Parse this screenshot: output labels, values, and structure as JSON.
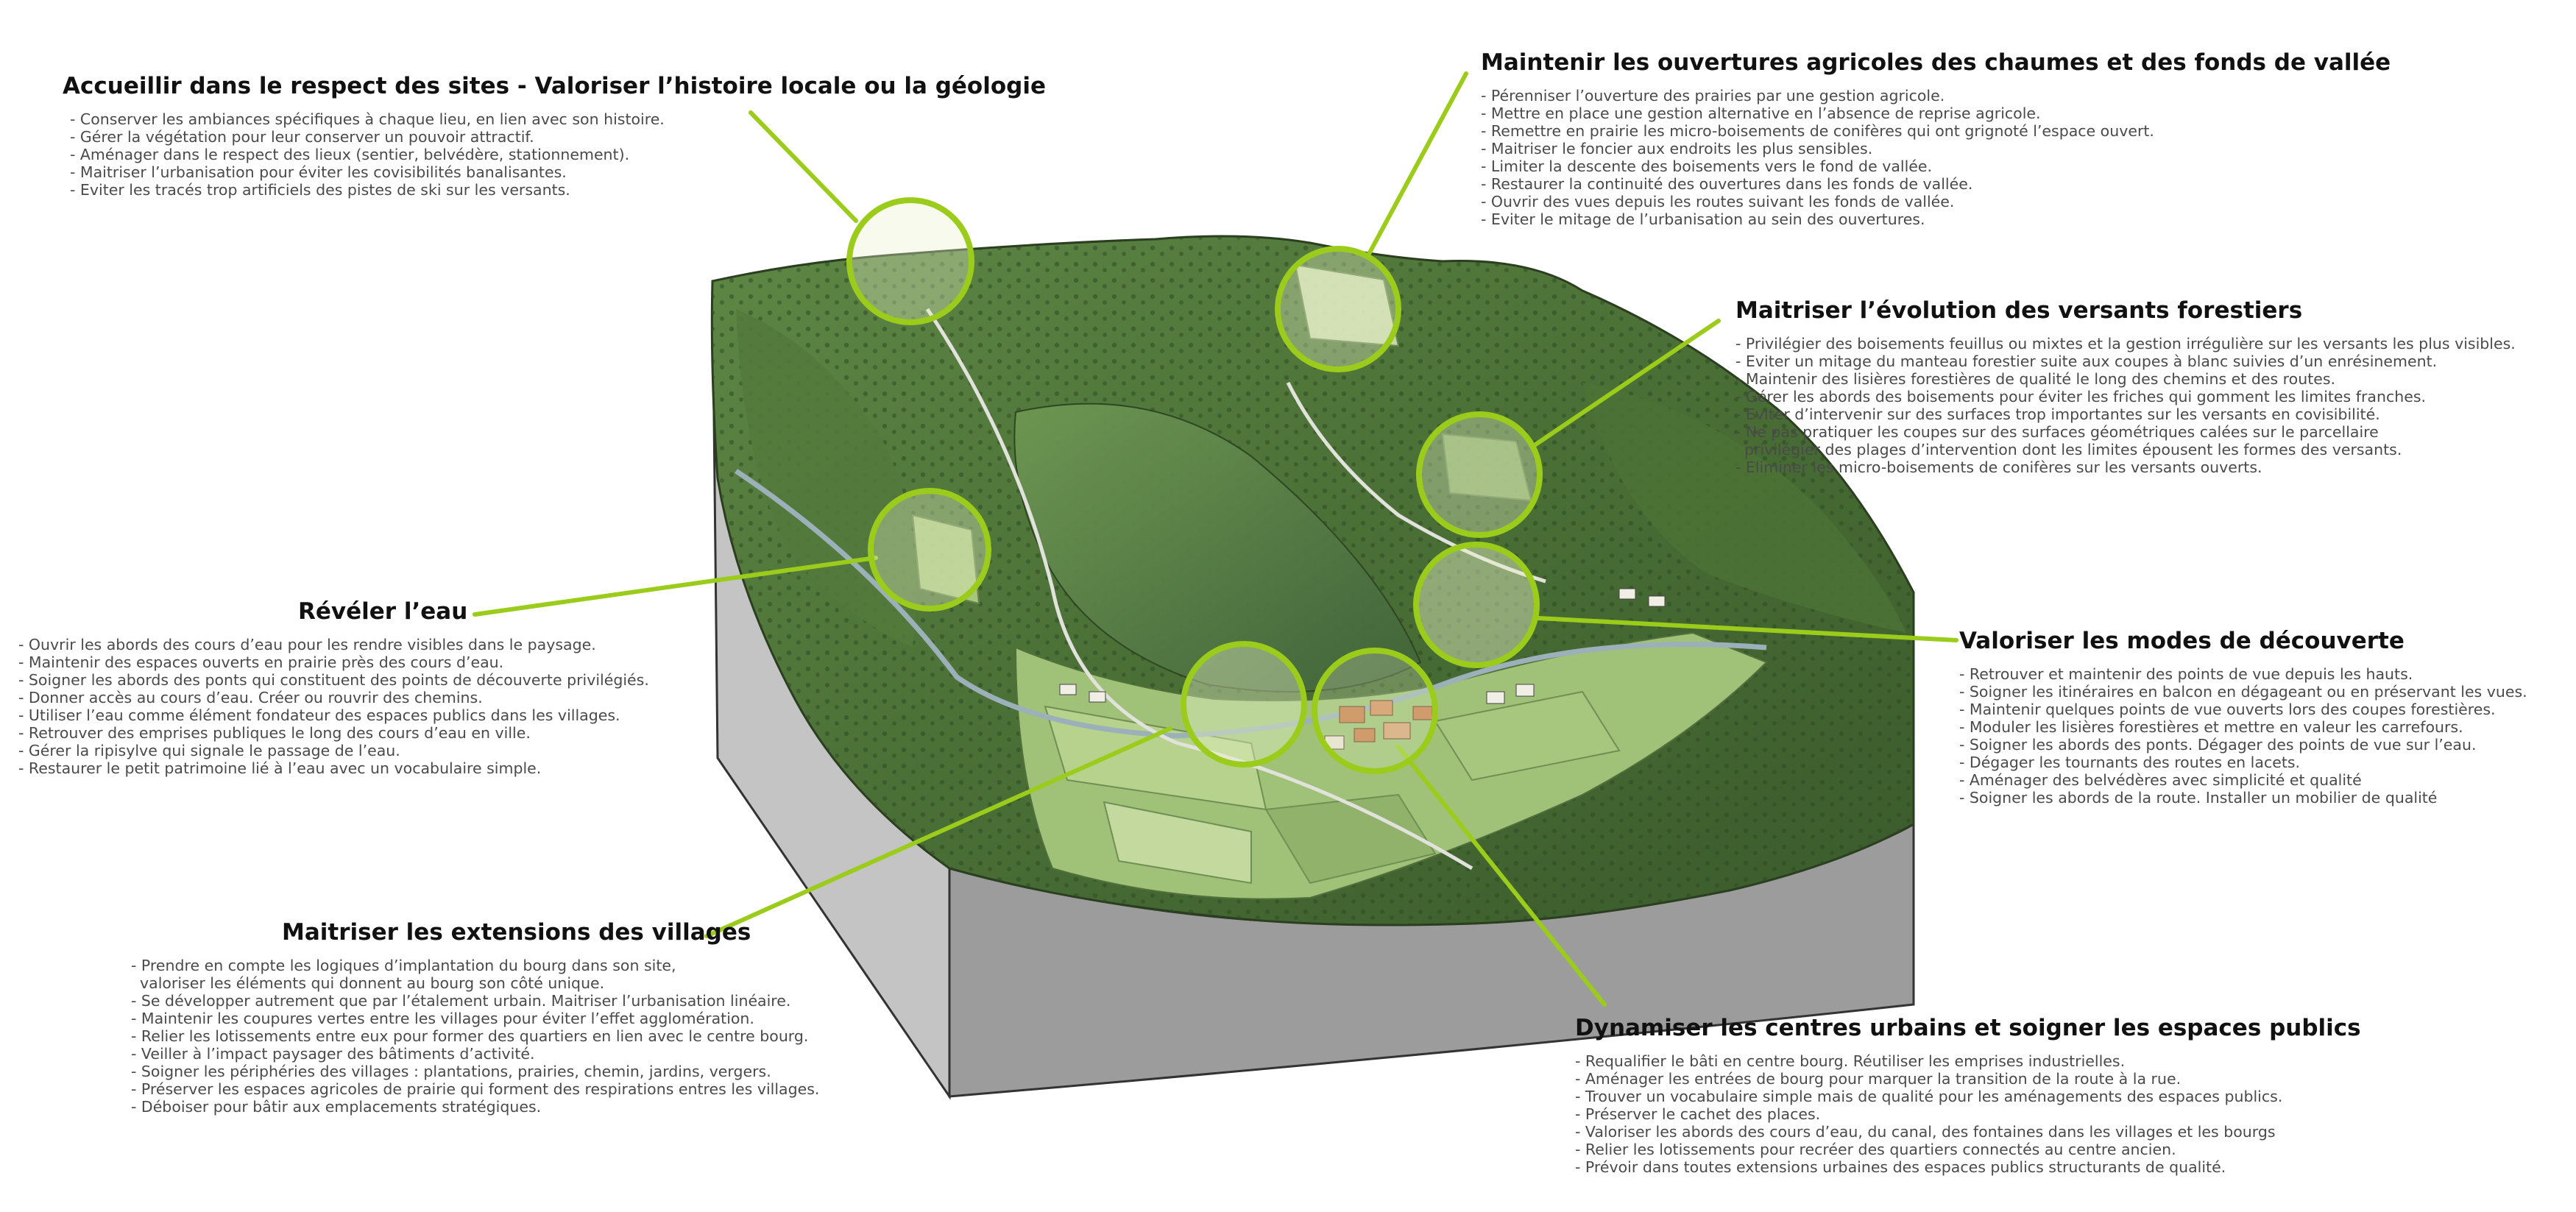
{
  "colors": {
    "accent": "#9ccc1b",
    "terrain_dark": "#3e5f2e",
    "terrain_mid": "#5c8443",
    "field_light": "#b7d38f",
    "soil_side": "#c4c4c4",
    "soil_front": "#9a9a9a"
  },
  "callouts": [
    {
      "id": "sites",
      "title": "Accueillir dans le respect des sites - Valoriser l’histoire locale ou la géologie",
      "items": [
        "- Conserver les ambiances spécifiques à chaque lieu, en lien avec son histoire.",
        "- Gérer la végétation pour leur conserver un pouvoir attractif.",
        "- Aménager dans le respect des lieux (sentier, belvédère, stationnement).",
        "- Maitriser l’urbanisation pour éviter les covisibilités banalisantes.",
        "- Eviter les tracés trop artificiels des pistes de ski sur les versants."
      ]
    },
    {
      "id": "ouvertures",
      "title": "Maintenir les ouvertures agricoles des chaumes et des fonds de vallée",
      "items": [
        "- Pérenniser l’ouverture des prairies par une gestion agricole.",
        "- Mettre en place une gestion alternative en l’absence de reprise agricole.",
        "- Remettre en prairie les micro-boisements de conifères qui ont grignoté l’espace ouvert.",
        "- Maitriser le foncier aux endroits les plus sensibles.",
        "- Limiter la descente des boisements vers le fond de vallée.",
        "- Restaurer la continuité des ouvertures dans les fonds de vallée.",
        "- Ouvrir des vues depuis les routes suivant les fonds de vallée.",
        "- Eviter le mitage de l’urbanisation au sein des ouvertures."
      ]
    },
    {
      "id": "versants",
      "title": "Maitriser l’évolution des versants forestiers",
      "items": [
        "- Privilégier des boisements feuillus ou mixtes et la gestion irrégulière sur les versants les plus visibles.",
        "- Eviter un mitage du manteau forestier suite aux coupes à blanc suivies d’un enrésinement.",
        "- Maintenir des lisières forestières de qualité le long des chemins et des routes.",
        "- Gérer les abords des boisements pour éviter les friches qui gomment les limites franches.",
        "- Eviter d’intervenir sur des surfaces trop importantes sur les versants en covisibilité.",
        "- Ne pas pratiquer les coupes sur des surfaces géométriques calées sur le parcellaire",
        "  privilégier des plages d’intervention dont les limites épousent les formes des versants.",
        "- Eliminer les micro-boisements de conifères sur les versants ouverts."
      ]
    },
    {
      "id": "eau",
      "title": "Révéler l’eau",
      "items": [
        "- Ouvrir les abords des cours d’eau pour les rendre visibles dans le paysage.",
        "- Maintenir des espaces ouverts en prairie près des cours d’eau.",
        "- Soigner les abords des ponts qui constituent des points de découverte privilégiés.",
        "- Donner accès au cours d’eau. Créer ou rouvrir des chemins.",
        "- Utiliser l’eau comme élément fondateur des espaces publics dans les villages.",
        "- Retrouver des emprises publiques le long des cours d’eau en ville.",
        "- Gérer la ripisylve qui signale le passage de l’eau.",
        "- Restaurer le petit patrimoine lié à l’eau avec un vocabulaire simple."
      ]
    },
    {
      "id": "decouverte",
      "title": "Valoriser les modes de découverte",
      "items": [
        "- Retrouver et maintenir des points de vue depuis les hauts.",
        "- Soigner les itinéraires en balcon en dégageant ou en préservant les vues.",
        "- Maintenir quelques points de vue ouverts lors des coupes forestières.",
        "- Moduler les lisières forestières et mettre en valeur les carrefours.",
        "- Soigner les abords des ponts. Dégager des points de vue sur l’eau.",
        "- Dégager les tournants des routes en lacets.",
        "- Aménager des belvédères avec simplicité et qualité",
        "- Soigner les abords de la route. Installer un mobilier de qualité"
      ]
    },
    {
      "id": "extensions",
      "title": "Maitriser les extensions des villages",
      "items": [
        "- Prendre en compte les logiques d’implantation du bourg dans son site,",
        "  valoriser les éléments qui donnent au bourg son côté unique.",
        "- Se développer autrement que par l’étalement urbain. Maitriser l’urbanisation linéaire.",
        "- Maintenir les coupures vertes entre les villages pour éviter l’effet agglomération.",
        "- Relier les lotissements entre eux pour former des quartiers en lien avec le centre bourg.",
        "- Veiller à l’impact paysager des bâtiments d’activité.",
        "- Soigner les périphéries des villages : plantations, prairies, chemin, jardins, vergers.",
        "- Préserver les espaces agricoles de prairie qui forment des respirations entres les villages.",
        "- Déboiser pour bâtir aux emplacements stratégiques."
      ]
    },
    {
      "id": "centres",
      "title": "Dynamiser les centres urbains et soigner les espaces publics",
      "items": [
        "- Requalifier le bâti en centre bourg. Réutiliser les emprises industrielles.",
        "- Aménager les entrées de bourg pour marquer la transition de la route à la rue.",
        "- Trouver un vocabulaire simple mais de qualité pour les aménagements des espaces publics.",
        "- Préserver le cachet des places.",
        "- Valoriser les abords des cours d’eau, du canal, des fontaines dans les villages et les bourgs",
        "- Relier les lotissements pour recréer des quartiers connectés au centre ancien.",
        "- Prévoir dans toutes extensions urbaines des espaces publics structurants de qualité."
      ]
    }
  ]
}
